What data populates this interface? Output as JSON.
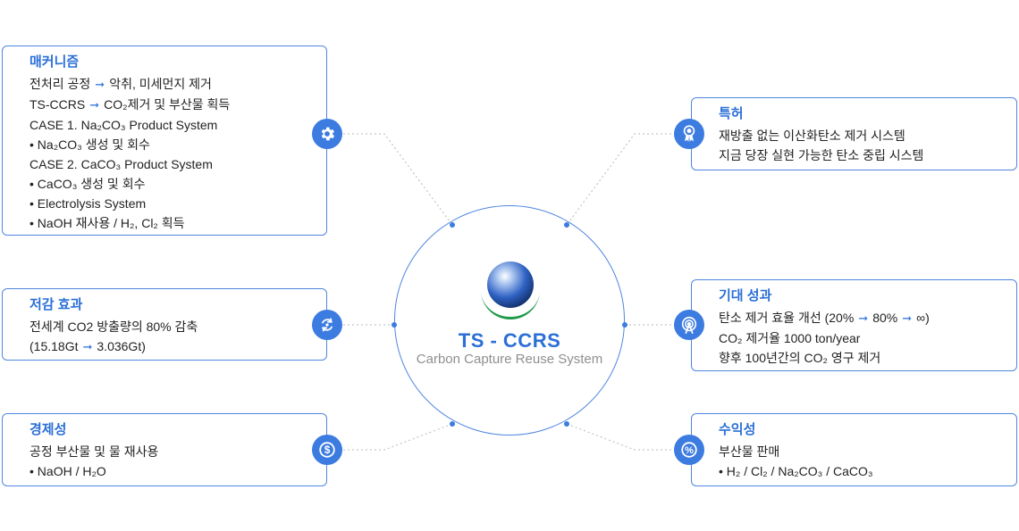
{
  "center": {
    "title": "TS - CCRS",
    "subtitle": "Carbon Capture Reuse System"
  },
  "mechanism": {
    "title": "매커니즘",
    "lines": [
      {
        "a": "전처리 공정",
        "b": "악취, 미세먼지 제거"
      },
      {
        "a": "TS-CCRS",
        "b": "CO₂제거 및 부산물 획득"
      },
      "CASE 1. Na₂CO₃ Product System",
      "• Na₂CO₃ 생성 및 회수",
      "CASE 2. CaCO₃ Product System",
      "• CaCO₃ 생성 및 회수",
      "• Electrolysis System",
      "• NaOH 재사용 / H₂, Cl₂ 획득"
    ]
  },
  "reduction": {
    "title": "저감 효과",
    "line1": "전세계 CO2 방출량의 80% 감축",
    "line2a": "(15.18Gt",
    "line2b": "3.036Gt)"
  },
  "economy": {
    "title": "경제성",
    "line1": "공정 부산물 및 물 재사용",
    "line2": "• NaOH / H₂O"
  },
  "patent": {
    "title": "특허",
    "line1": "재방출 없는 이산화탄소 제거 시스템",
    "line2": "지금 당장 실현 가능한 탄소 중립 시스템"
  },
  "expected": {
    "title": "기대 성과",
    "line1a": "탄소 제거 효율 개선 (20%",
    "line1b": "80%",
    "line1c": "∞)",
    "line2": "CO₂ 제거율 1000 ton/year",
    "line3": "향후 100년간의 CO₂ 영구 제거"
  },
  "profit": {
    "title": "수익성",
    "line1": "부산물 판매",
    "line2": "• H₂ / Cl₂ / Na₂CO₃ / CaCO₃"
  },
  "icons": {
    "mechanism": "gear-icon",
    "reduction": "recycle-icon",
    "economy": "dollar-icon",
    "patent": "award-ribbon-icon",
    "expected": "signal-target-icon",
    "profit": "percent-icon"
  },
  "colors": {
    "accent": "#3c7be0",
    "title": "#2b6fd6",
    "subtitle": "#8f8f8f",
    "logo_green": "#1f9a4b"
  }
}
